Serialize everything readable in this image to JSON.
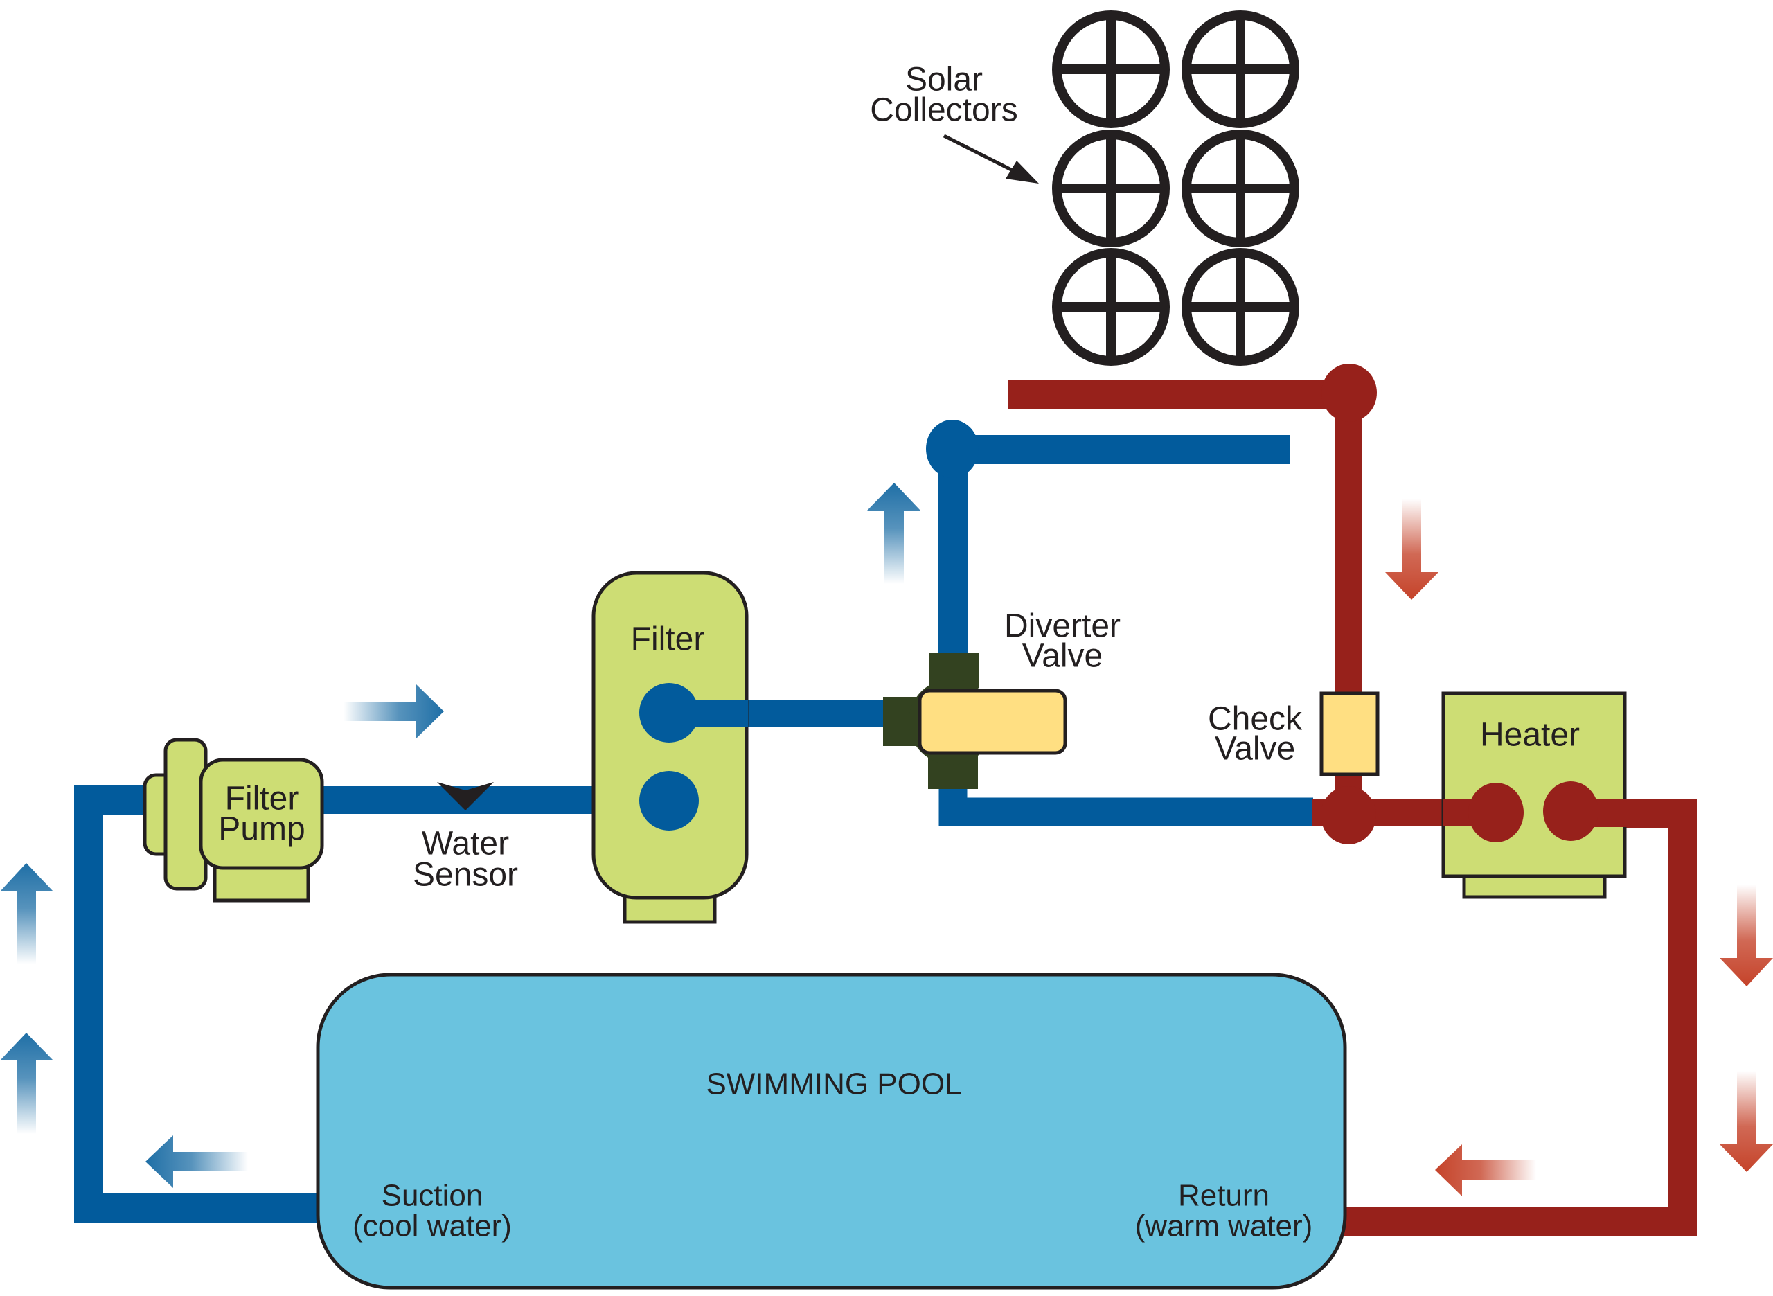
{
  "title": "Solar pool heating system diagram",
  "colors": {
    "cool_pipe": "#025b9c",
    "warm_pipe": "#97211b",
    "equipment": "#cddd74",
    "valve_body": "#ffdf82",
    "valve_fitting": "#334220",
    "pool_water": "#6ac3df",
    "cool_flow_arrow": "#1f6fa6",
    "warm_flow_arrow": "#c5432a",
    "outline": "#231f20"
  },
  "labels": {
    "solar_collectors": [
      "Solar",
      "Collectors"
    ],
    "diverter_valve": [
      "Diverter",
      "Valve"
    ],
    "check_valve": [
      "Check",
      "Valve"
    ],
    "heater": "Heater",
    "filter": "Filter",
    "filter_pump": [
      "Filter",
      "Pump"
    ],
    "water_sensor": [
      "Water",
      "Sensor"
    ],
    "pool": "SWIMMING POOL",
    "suction": [
      "Suction",
      "(cool water)"
    ],
    "return": [
      "Return",
      "(warm water)"
    ]
  },
  "components": {
    "solar_collector_count": 6,
    "solar_collector_grid": {
      "rows": 3,
      "columns": 2
    }
  },
  "flow": {
    "cool_arrows": [
      "up",
      "up",
      "left",
      "right",
      "up"
    ],
    "warm_arrows": [
      "down",
      "down",
      "down",
      "left"
    ]
  }
}
